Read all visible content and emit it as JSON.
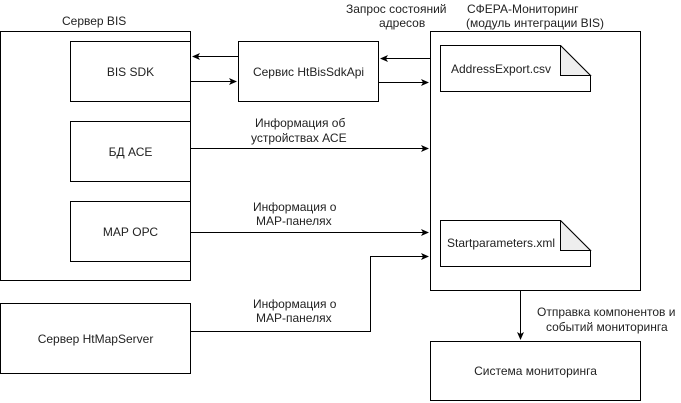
{
  "groups": {
    "bis_server": {
      "title": "Сервер BIS"
    },
    "sfera": {
      "title_line1": "СФЕРА-Мониторинг",
      "title_line2": "(модуль интеграции BIS)"
    }
  },
  "nodes": {
    "bis_sdk": "BIS SDK",
    "bd_ace": "БД АСЕ",
    "map_opc": "МАР ОРС",
    "htbissdkapi": "Сервис HtBisSdkApi",
    "htmapserver": "Сервер HtMapServer",
    "monitoring_system": "Система мониторинга"
  },
  "documents": {
    "address_export": "AddressExport.csv",
    "startparameters": "Startparameters.xml"
  },
  "edge_labels": {
    "address_request_line1": "Запрос состояний",
    "address_request_line2": "адресов",
    "ace_info_line1": "Информация об",
    "ace_info_line2": "устройствах АСЕ",
    "map_info_line1": "Информация о",
    "map_info_line2": "МАР-панелях",
    "htmap_info_line1": "Информация о",
    "htmap_info_line2": "МАР-панелях",
    "send_line1": "Отправка компонентов и",
    "send_line2": "событий мониторинга"
  },
  "colors": {
    "line": "#000000",
    "fold": "#eeeeee"
  }
}
